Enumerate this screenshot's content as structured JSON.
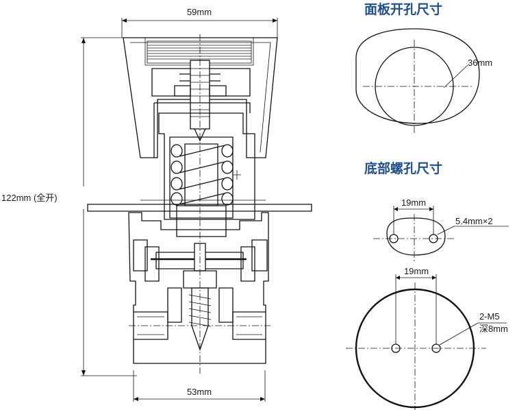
{
  "headings": {
    "panel_cutout": "面板开孔尺寸",
    "bottom_holes": "底部螺孔尺寸"
  },
  "dimensions": {
    "top_width": "59mm",
    "height": "122mm (全开)",
    "bottom_width": "53mm",
    "panel_diameter": "36mm",
    "hole_spacing_1": "19mm",
    "hole_size": "5.4mm×2",
    "hole_spacing_2": "19mm",
    "thread_spec": "2-M5",
    "thread_depth": "深8mm"
  }
}
